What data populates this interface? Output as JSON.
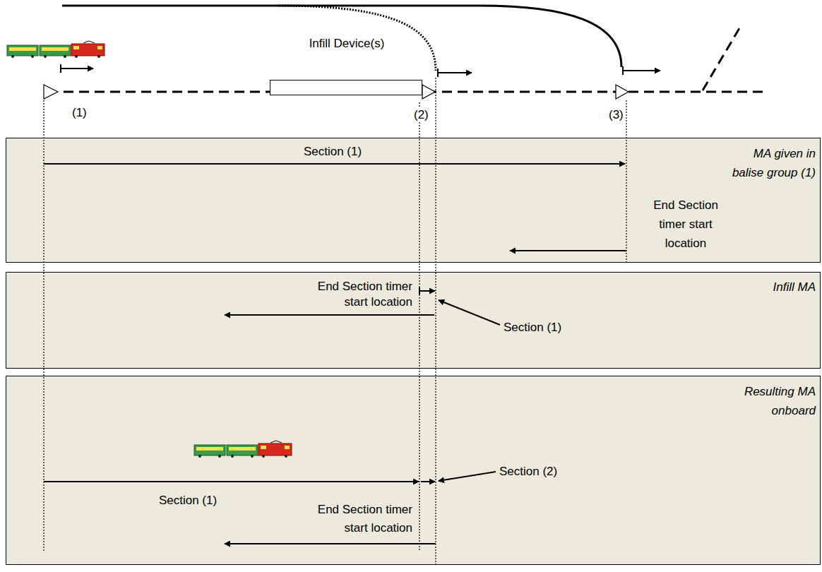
{
  "diagram": {
    "nodes": [
      {
        "text": [
          "Infill Device(s)"
        ]
      },
      {
        "text": [
          "MA given in balise group (1)",
          "Section (1)",
          "End Section timer start location"
        ]
      },
      {
        "text": [
          "Infill MA",
          "End Section timer start location",
          "Section (1)"
        ]
      },
      {
        "text": [
          "Resulting MA onboard",
          "Section (1)",
          "Section (2)",
          "End Section timer start location"
        ]
      }
    ],
    "labels": [
      "(1)",
      "(2)",
      "(3)"
    ]
  }
}
